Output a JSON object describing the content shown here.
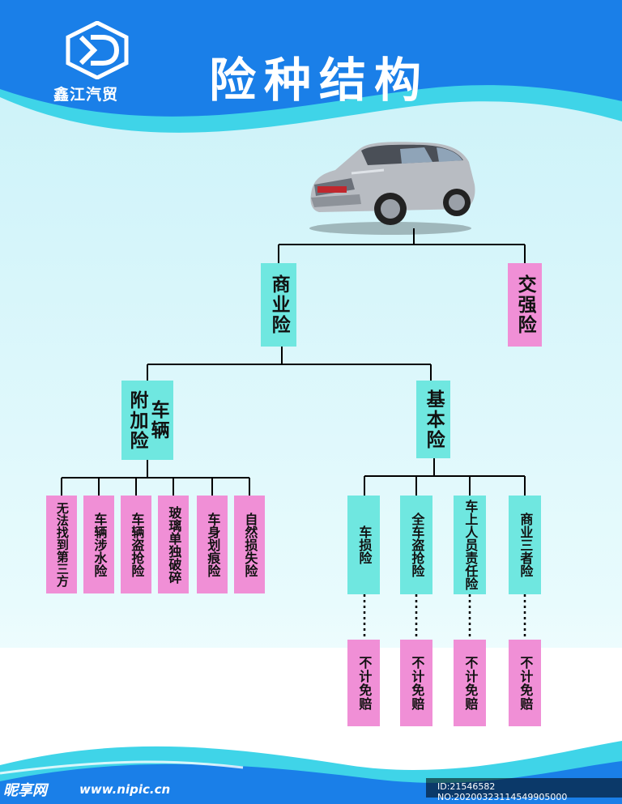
{
  "header": {
    "title": "险种结构",
    "logo_text": "鑫江汽贸"
  },
  "diagram": {
    "root": {
      "commercial": "商业险",
      "compulsory": "交强险"
    },
    "commercial_children": {
      "additional": {
        "col_left": "车辆",
        "col_right": "附加险"
      },
      "basic": "基本险"
    },
    "additional_items": [
      "无法找到第三方",
      "车辆涉水险",
      "车辆盗抢险",
      "玻璃单独破碎",
      "车身划痕险",
      "自然损失险"
    ],
    "basic_items": [
      "车损险",
      "全车盗抢险",
      "车上人员责任险",
      "商业三者险"
    ],
    "deductible_label": "不计免赔"
  },
  "footer": {
    "site_name": "昵享网",
    "site_url": "www.nipic.cn",
    "image_id": "ID:21546582 NO:20200323114549905000"
  },
  "colors": {
    "header_blue": "#1a7fe8",
    "wave_cyan": "#3fd4e8",
    "background_light": "#d7f5fb",
    "node_cyan": "#6fe7e0",
    "node_pink": "#f08fd6"
  }
}
